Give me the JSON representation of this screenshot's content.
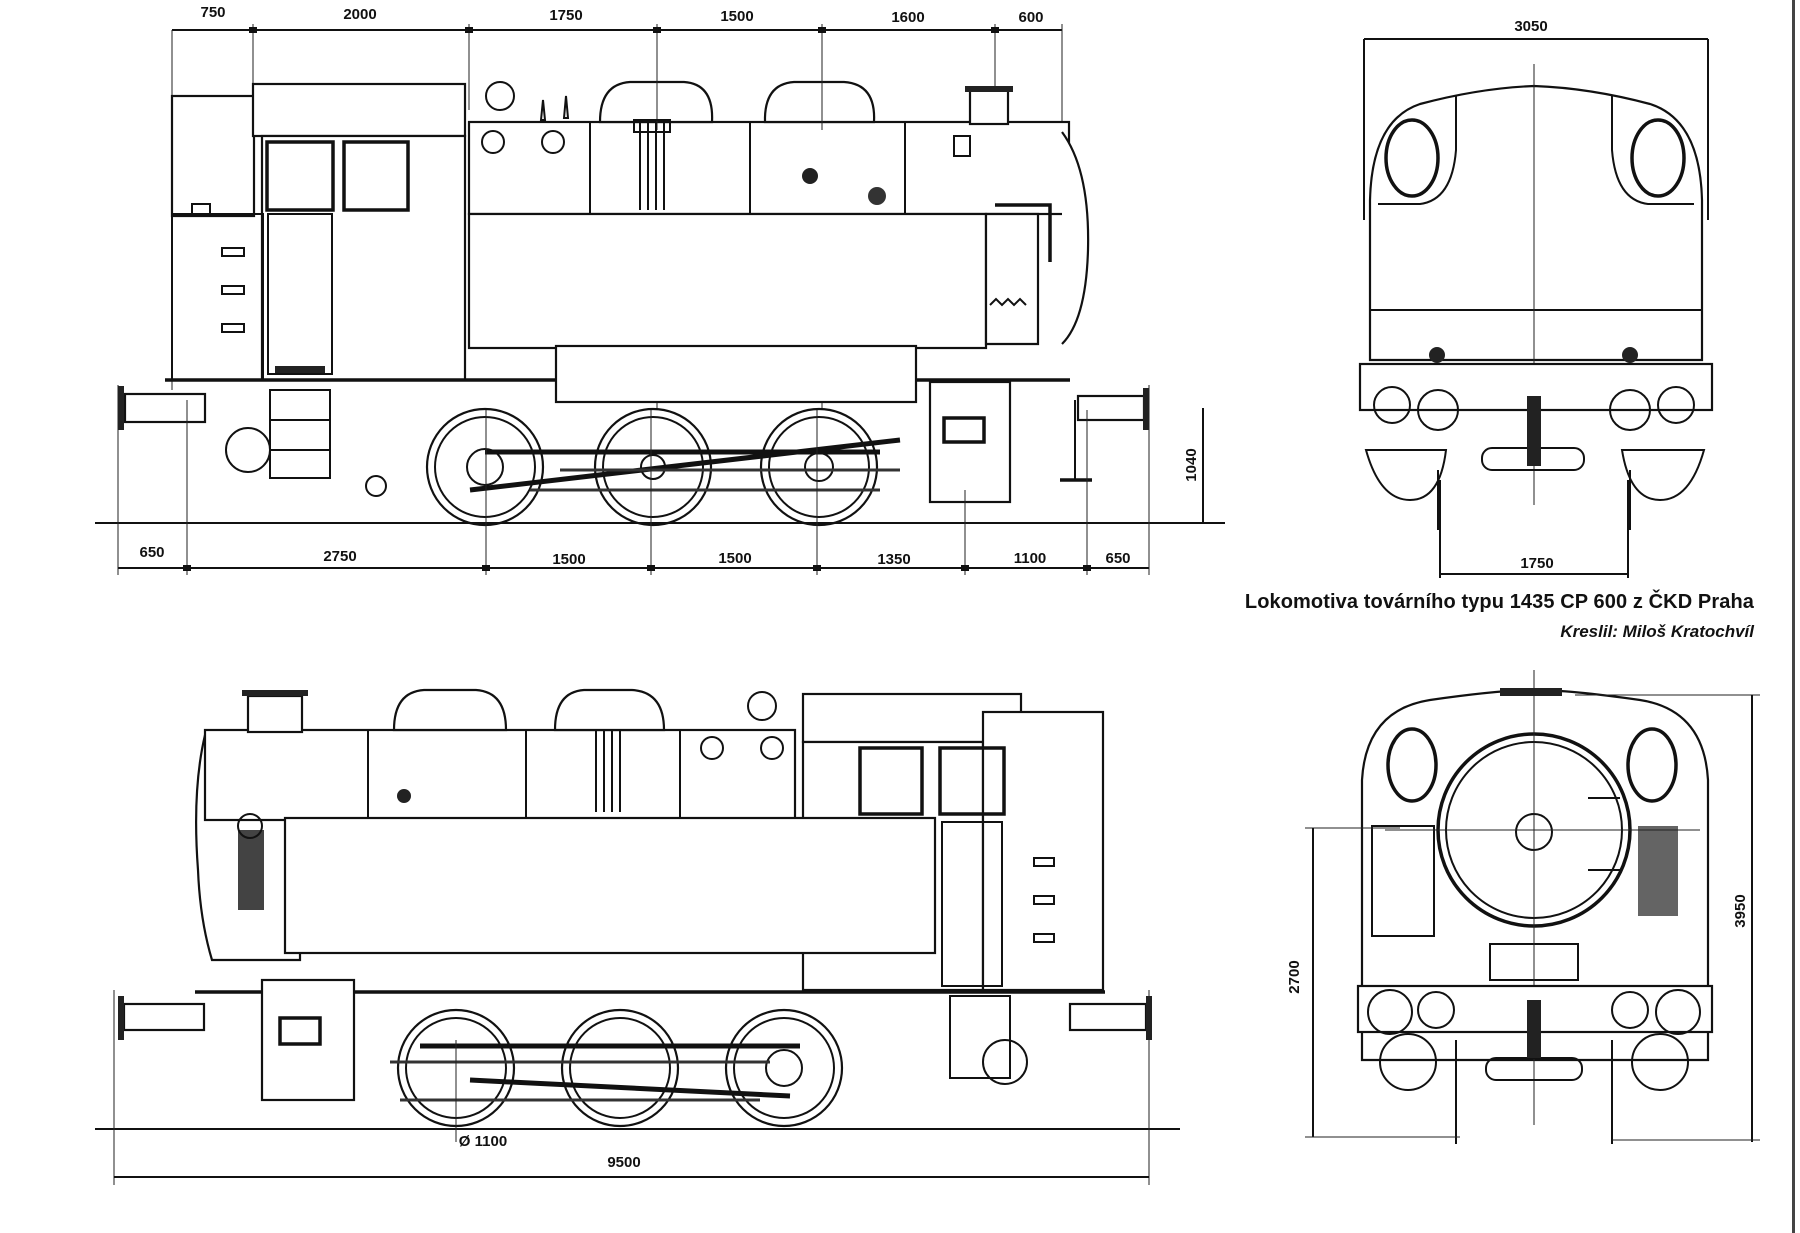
{
  "caption": {
    "title": "Lokomotiva továrního typu 1435 CP 600 z ČKD Praha",
    "credit": "Kreslil: Miloš Kratochvíl"
  },
  "side_view_top": {
    "top_dimensions": [
      "750",
      "2000",
      "1750",
      "1500",
      "1600",
      "600"
    ],
    "bottom_dimensions": [
      "650",
      "2750",
      "1500",
      "1500",
      "1350",
      "1100",
      "650"
    ],
    "buffer_height": "1040"
  },
  "end_view_rear": {
    "width_label": "3050",
    "gauge_label": "1750"
  },
  "side_view_bottom": {
    "wheel_diameter": "Ø 1100",
    "length_over_buffers": "9500"
  },
  "end_view_front": {
    "height_label": "3950",
    "centerline_label": "2700"
  }
}
